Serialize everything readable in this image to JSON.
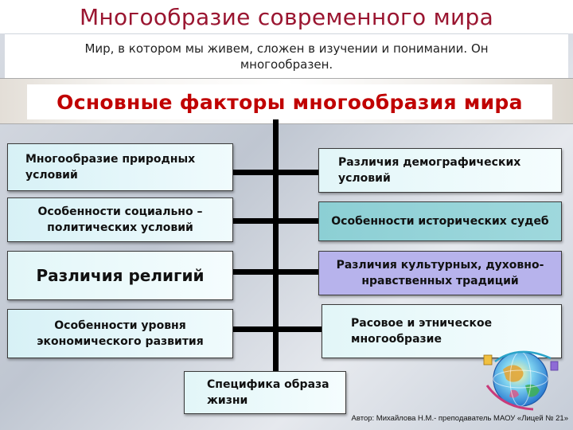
{
  "title": "Многообразие современного мира",
  "subtitle": "Мир, в котором мы живем, сложен в изучении и понимании. Он многообразен.",
  "heading": "Основные факторы многообразия мира",
  "factors": {
    "natural": "Многообразие природных условий",
    "social": "Особенности социально – политических условий",
    "religion": "Различия религий",
    "economic": "Особенности уровня экономического развития",
    "demographic": "Различия демографических условий",
    "historical": "Особенности исторических судеб",
    "cultural": "Различия культурных, духовно-нравственных традиций",
    "ethnic": "Расовое и этническое многообразие",
    "lifestyle": "Специфика образа жизни"
  },
  "author": "Автор: Михайлова Н.М.- преподаватель МАОУ «Лицей № 21»",
  "colors": {
    "title": "#9a1530",
    "heading": "#c00000",
    "lavender": "#b7b3ec",
    "teal": "#8ccfd4",
    "light_cyan": "#d7f1f6"
  },
  "icons": [
    "globe-icon"
  ]
}
